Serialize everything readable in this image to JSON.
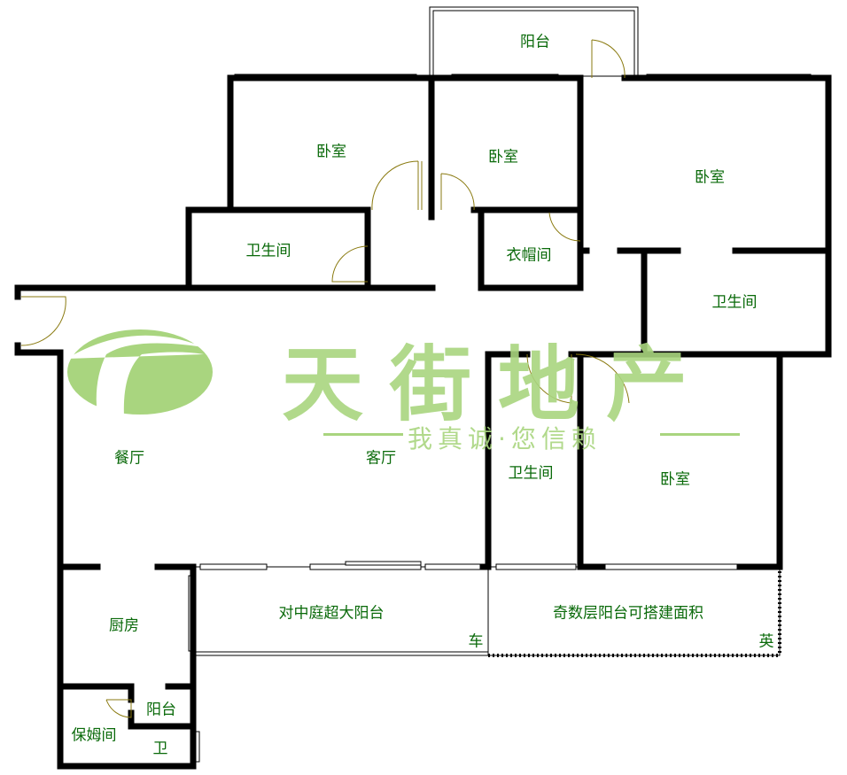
{
  "watermark": {
    "brand": "天街地产",
    "slogan": "我真诚·您信赖"
  },
  "rooms": {
    "balcony_top": "阳台",
    "bedroom_1": "卧室",
    "bedroom_2": "卧室",
    "bedroom_master": "卧室",
    "bathroom_1": "卫生间",
    "cloakroom": "衣帽间",
    "bathroom_master": "卫生间",
    "dining": "餐厅",
    "living": "客厅",
    "bathroom_2": "卫生间",
    "bedroom_3": "卧室",
    "kitchen": "厨房",
    "balcony_big": "对中庭超大阳台",
    "balcony_odd": "奇数层阳台可搭建面积",
    "balcony_small": "阳台",
    "nanny_room": "保姆间",
    "wc": "卫",
    "mark_car": "车",
    "mark_ying": "英"
  },
  "colors": {
    "wall": "#22e01c",
    "watermark": "#a9d57f",
    "label": "#0a6a0a"
  }
}
